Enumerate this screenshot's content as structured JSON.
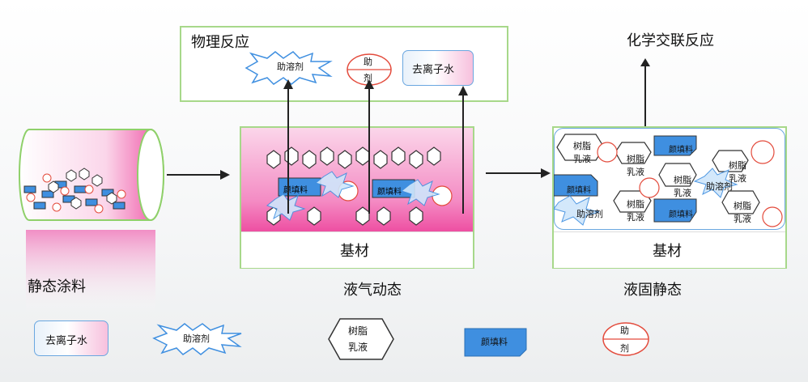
{
  "labels": {
    "physical": "物理反应",
    "chemical": "化学交联反应",
    "static_coating": "静态涂料",
    "liquid_gas_dynamic": "液气动态",
    "liquid_solid_static": "液固静态",
    "substrate_mid": "基材",
    "substrate_right": "基材"
  },
  "items": {
    "deionized_water": "去离子水",
    "coalescent": "助溶剂",
    "resin_emulsion_line1": "树脂",
    "resin_emulsion_line2": "乳液",
    "filler": "颜填料",
    "additive_line1": "助",
    "additive_line2": "剂"
  },
  "colors": {
    "pink": "#ee4fa2",
    "blue": "#3f8fe0",
    "green_border": "#a7d88a",
    "red": "#e34b3c"
  }
}
